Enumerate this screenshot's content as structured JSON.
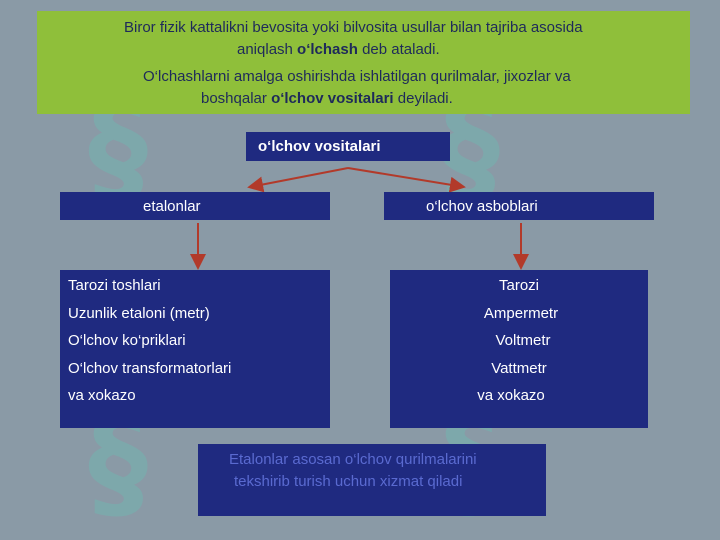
{
  "top_panel": {
    "line1": "Biror fizik kattalikni bevosita yoki bilvosita usullar bilan tajriba asosida",
    "line2_pre": "aniqlash ",
    "line2_bold": "o‘lchash",
    "line2_post": " deb ataladi.",
    "line3": "O‘lchashlarni amalga oshirishda ishlatilgan qurilmalar, jixozlar va",
    "line4_pre": "boshqalar  ",
    "line4_bold": "o‘lchov vositalari",
    "line4_post": "   deyiladi."
  },
  "root": {
    "label": "o‘lchov vositalari"
  },
  "left_branch": {
    "header": "etalonlar",
    "items": [
      "Tarozi toshlari",
      "Uzunlik etaloni (metr)",
      "O‘lchov ko‘priklari",
      "O‘lchov transformatorlari",
      "va xokazo"
    ]
  },
  "right_branch": {
    "header": "o‘lchov asboblari",
    "items": [
      "Tarozi",
      "Ampermetr",
      "Voltmetr",
      "Vattmetr",
      "va xokazo"
    ]
  },
  "bottom_note": {
    "line1": "Etalonlar asosan o‘lchov qurilmalarini",
    "line2": "tekshirib turish uchun xizmat qiladi"
  },
  "colors": {
    "background": "#8a9aa6",
    "top_panel": "#8fbf3a",
    "box": "#1f2a80",
    "arrow": "#b23a2a"
  }
}
